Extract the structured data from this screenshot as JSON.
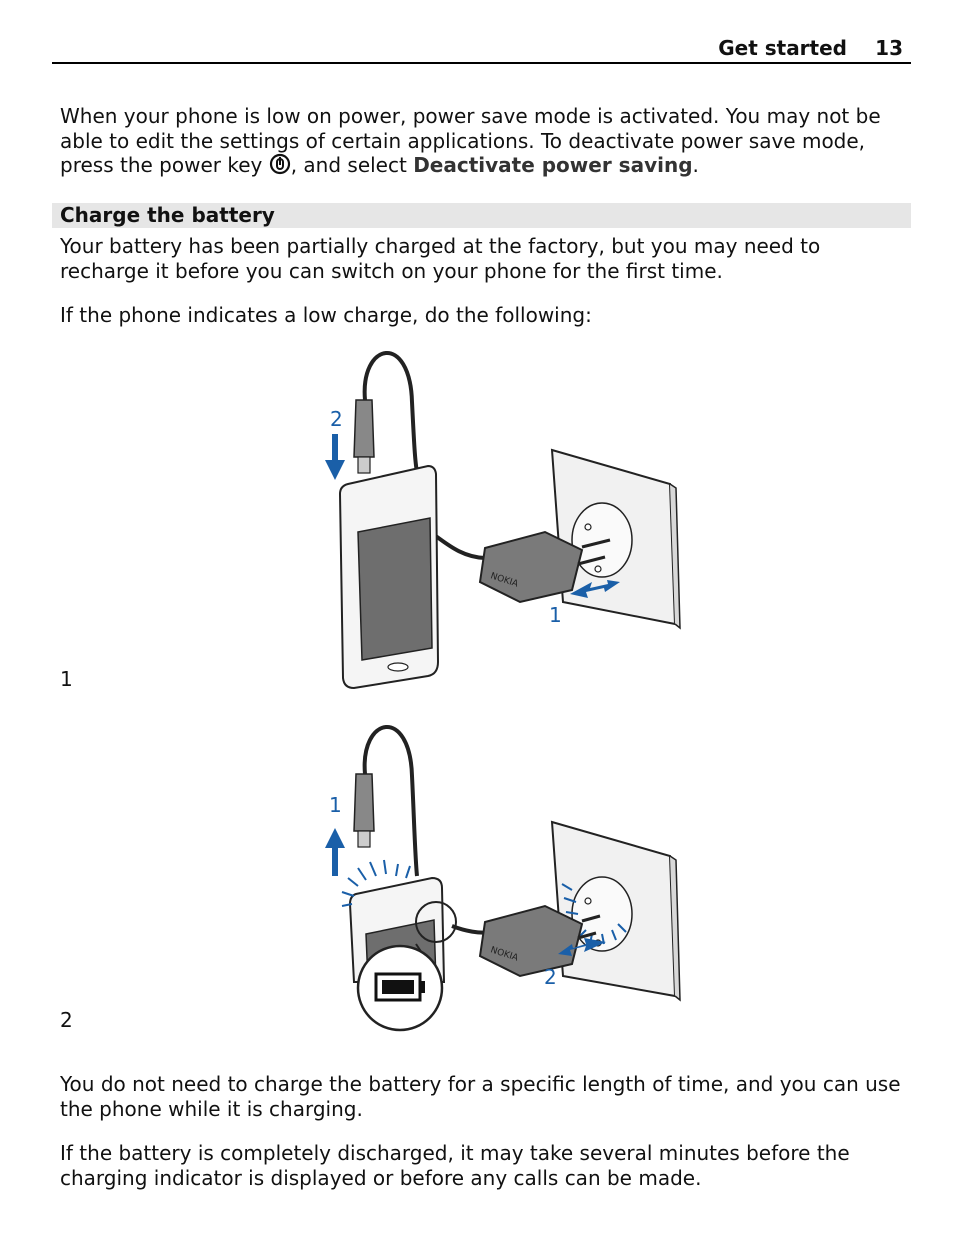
{
  "header": {
    "section": "Get started",
    "page": "13"
  },
  "intro": {
    "text_before": "When your phone is low on power, power save mode is activated. You may not be able to edit the settings of certain applications. To deactivate power save mode, press the power key ",
    "text_mid": ", and select ",
    "option": "Deactivate power saving",
    "text_end": "."
  },
  "section": {
    "title": "Charge the battery",
    "para1": "Your battery has been partially charged at the factory, but you may need to recharge it before you can switch on your phone for the first time.",
    "para2": "If the phone indicates a low charge, do the following:"
  },
  "steps": [
    {
      "number": "1",
      "callouts": [
        "2",
        "1"
      ],
      "brand": "NOKIA"
    },
    {
      "number": "2",
      "callouts": [
        "1",
        "2"
      ],
      "brand": "NOKIA"
    }
  ],
  "footer": {
    "para1": "You do not need to charge the battery for a specific length of time, and you can use the phone while it is charging.",
    "para2": "If the battery is completely discharged, it may take several minutes before the charging indicator is displayed or before any calls can be made."
  },
  "colors": {
    "accent": "#1a5fa8",
    "section_bg": "#e6e6e6"
  },
  "icons": [
    "power-key-icon",
    "battery-full-icon",
    "arrow-down-icon",
    "arrow-up-icon",
    "arrow-left-icon",
    "arrow-right-icon"
  ]
}
